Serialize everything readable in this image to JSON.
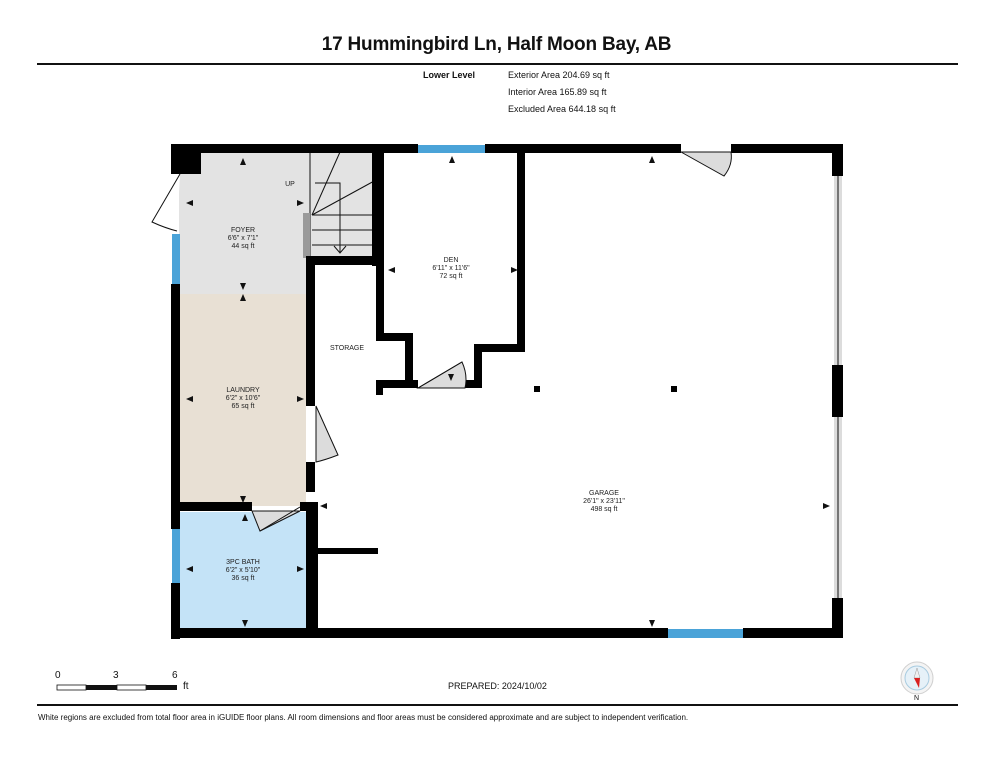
{
  "header": {
    "title": "17 Hummingbird Ln, Half Moon Bay, AB"
  },
  "summary": {
    "level": "Lower Level",
    "exterior_area": "Exterior Area 204.69 sq ft",
    "interior_area": "Interior Area 165.89 sq ft",
    "excluded_area": "Excluded Area 644.18 sq ft"
  },
  "rooms": [
    {
      "name": "FOYER",
      "dims": "6'6\" x 7'1\"",
      "area": "44 sq ft",
      "fill": "#e3e3e3"
    },
    {
      "name": "UP",
      "dims": "",
      "area": "",
      "fill": ""
    },
    {
      "name": "DEN",
      "dims": "6'11\" x 11'6\"",
      "area": "72 sq ft",
      "fill": "#ffffff"
    },
    {
      "name": "STORAGE",
      "dims": "",
      "area": "",
      "fill": "#ffffff"
    },
    {
      "name": "LAUNDRY",
      "dims": "6'2\" x 10'6\"",
      "area": "65 sq ft",
      "fill": "#e8e0d4"
    },
    {
      "name": "3PC BATH",
      "dims": "6'2\" x 5'10\"",
      "area": "36 sq ft",
      "fill": "#c4e3f7"
    },
    {
      "name": "GARAGE",
      "dims": "26'1\" x 23'11\"",
      "area": "498 sq ft",
      "fill": "#ffffff"
    }
  ],
  "colors": {
    "wall": "#000000",
    "window": "#4aa3d8",
    "door_swing": "#dcdcdc",
    "stair": "#e3e3e3"
  },
  "scale_bar": {
    "ticks": [
      "0",
      "3",
      "6"
    ],
    "unit": "ft"
  },
  "prepared": "PREPARED: 2024/10/02",
  "compass": {
    "label": "N"
  },
  "footer": {
    "disclaimer": "White regions are excluded from total floor area in iGUIDE floor plans. All room dimensions and floor areas must be considered approximate and are subject to independent verification."
  }
}
